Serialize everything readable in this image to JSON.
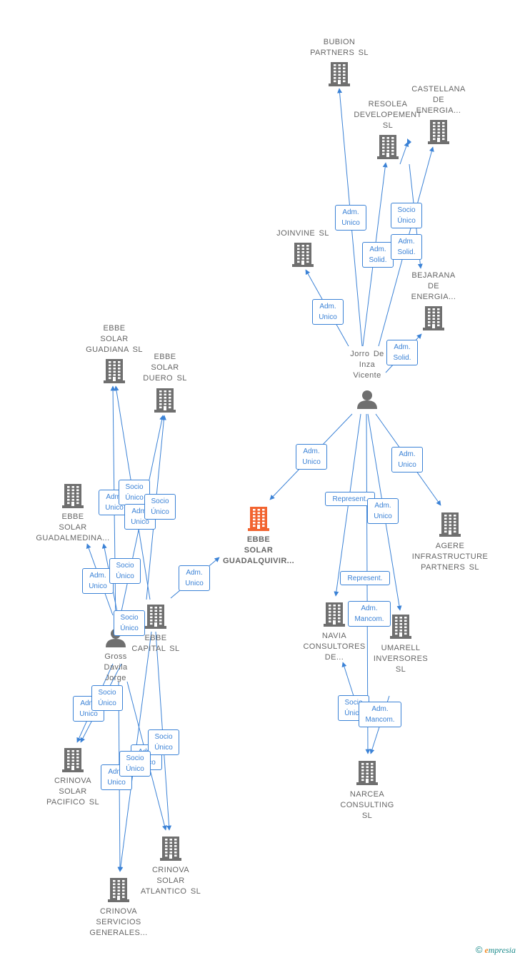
{
  "colors": {
    "edge": "#3b82d6",
    "building": "#6f6f6f",
    "focus_building": "#f26430",
    "person": "#6f6f6f",
    "label": "#666666"
  },
  "nodes": [
    {
      "id": "bubion",
      "type": "company",
      "lines": [
        "BUBION",
        "PARTNERS  SL"
      ]
    },
    {
      "id": "castellana",
      "type": "company",
      "lines": [
        "CASTELLANA",
        "DE",
        "ENERGIA..."
      ]
    },
    {
      "id": "resolea",
      "type": "company",
      "lines": [
        "RESOLEA",
        "DEVELOPEMENT",
        "SL"
      ]
    },
    {
      "id": "joinvine",
      "type": "company",
      "lines": [
        "JOINVINE SL"
      ]
    },
    {
      "id": "bejarana",
      "type": "company",
      "lines": [
        "BEJARANA",
        "DE",
        "ENERGIA..."
      ]
    },
    {
      "id": "jorro",
      "type": "person",
      "lines": [
        "Jorro De",
        "Inza",
        "Vicente"
      ]
    },
    {
      "id": "ebbe_guadiana",
      "type": "company",
      "lines": [
        "EBBE",
        "SOLAR",
        "GUADIANA  SL"
      ]
    },
    {
      "id": "ebbe_duero",
      "type": "company",
      "lines": [
        "EBBE",
        "SOLAR",
        "DUERO  SL"
      ]
    },
    {
      "id": "ebbe_guadalmedina",
      "type": "company",
      "lines": [
        "EBBE",
        "SOLAR",
        "GUADALMEDINA..."
      ]
    },
    {
      "id": "ebbe_guadalquivir",
      "type": "focus",
      "lines": [
        "EBBE",
        "SOLAR",
        "GUADALQUIVIR..."
      ]
    },
    {
      "id": "agere",
      "type": "company",
      "lines": [
        "AGERE",
        "INFRASTRUCTURE",
        "PARTNERS  SL"
      ]
    },
    {
      "id": "ebbe_capital",
      "type": "company",
      "lines": [
        "EBBE",
        "CAPITAL  SL"
      ]
    },
    {
      "id": "gross",
      "type": "person",
      "lines": [
        "Gross",
        "Davila",
        "Jorge"
      ]
    },
    {
      "id": "navia",
      "type": "company",
      "lines": [
        "NAVIA",
        "CONSULTORES",
        "DE..."
      ]
    },
    {
      "id": "umarell",
      "type": "company",
      "lines": [
        "UMARELL",
        "INVERSORES",
        "SL"
      ]
    },
    {
      "id": "crinova_pacifico",
      "type": "company",
      "lines": [
        "CRINOVA",
        "SOLAR",
        "PACIFICO  SL"
      ]
    },
    {
      "id": "narcea",
      "type": "company",
      "lines": [
        "NARCEA",
        "CONSULTING",
        "SL"
      ]
    },
    {
      "id": "crinova_atlantico",
      "type": "company",
      "lines": [
        "CRINOVA",
        "SOLAR",
        "ATLANTICO  SL"
      ]
    },
    {
      "id": "crinova_servicios",
      "type": "company",
      "lines": [
        "CRINOVA",
        "SERVICIOS",
        "GENERALES..."
      ]
    }
  ],
  "relations": [
    {
      "lines": [
        "Adm.",
        "Unico"
      ]
    },
    {
      "lines": [
        "Socio",
        "Único"
      ]
    },
    {
      "lines": [
        "Adm.",
        "Solid."
      ]
    },
    {
      "lines": [
        "Adm.",
        "Solid."
      ]
    },
    {
      "lines": [
        "Adm.",
        "Unico"
      ]
    },
    {
      "lines": [
        "Adm.",
        "Solid."
      ]
    },
    {
      "lines": [
        "Adm.",
        "Unico"
      ]
    },
    {
      "lines": [
        "Adm.",
        "Unico"
      ]
    },
    {
      "lines": [
        "Represent."
      ]
    },
    {
      "lines": [
        "Adm.",
        "Unico"
      ]
    },
    {
      "lines": [
        "Represent."
      ]
    },
    {
      "lines": [
        "Adm.",
        "Mancom."
      ]
    },
    {
      "lines": [
        "Socio",
        "Único"
      ]
    },
    {
      "lines": [
        "Adm.",
        "Mancom."
      ]
    },
    {
      "lines": [
        "Adm.",
        "Unico"
      ]
    },
    {
      "lines": [
        "Socio",
        "Único"
      ]
    },
    {
      "lines": [
        "Adm.",
        "Unico"
      ]
    },
    {
      "lines": [
        "Socio",
        "Único"
      ]
    },
    {
      "lines": [
        "Adm.",
        "Unico"
      ]
    },
    {
      "lines": [
        "Socio",
        "Único"
      ]
    },
    {
      "lines": [
        "Adm.",
        "Unico"
      ]
    },
    {
      "lines": [
        "Socio",
        "Único"
      ]
    },
    {
      "lines": [
        "Adm.",
        "Unico"
      ]
    },
    {
      "lines": [
        "Socio",
        "Único"
      ]
    },
    {
      "lines": [
        "Adm.",
        "Unico"
      ]
    },
    {
      "lines": [
        "Socio",
        "Único"
      ]
    },
    {
      "lines": [
        "Adm.",
        "Unico"
      ]
    },
    {
      "lines": [
        "Socio",
        "Único"
      ]
    }
  ],
  "footer": {
    "copyright": "©",
    "brand_initial": "e",
    "brand_rest": "mpresia"
  }
}
